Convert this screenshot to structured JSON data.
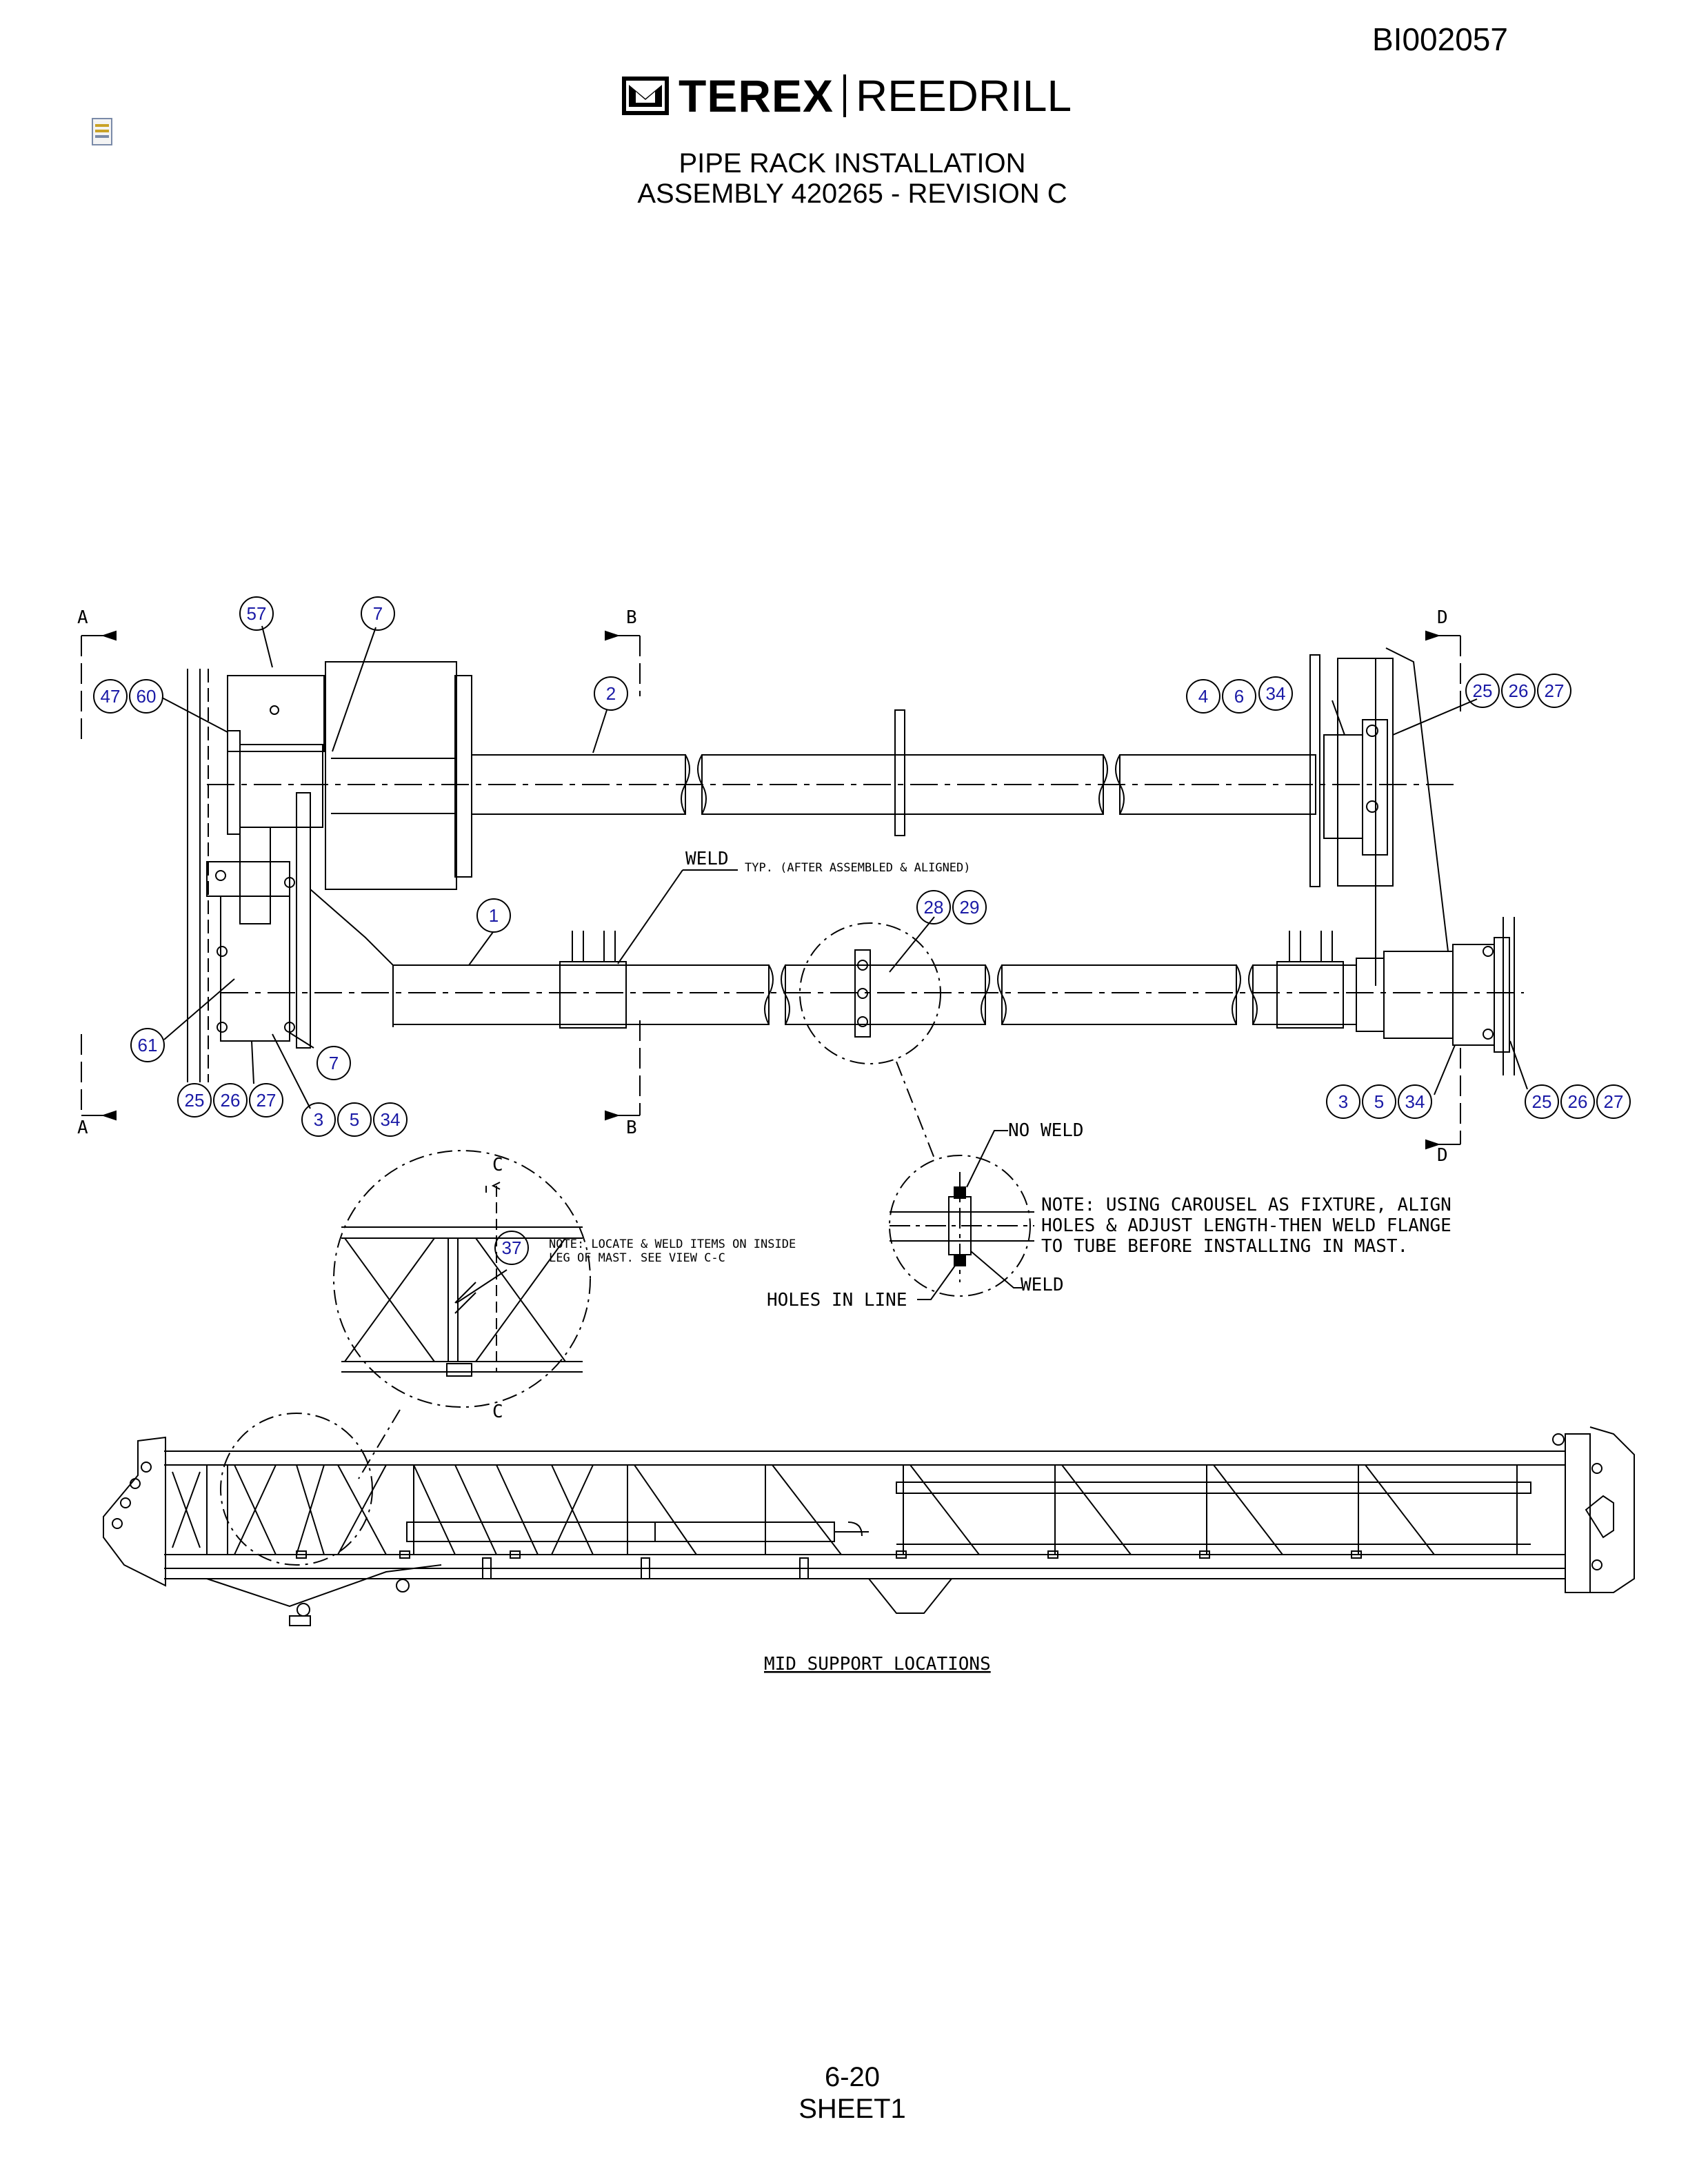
{
  "doc_id": "BI002057",
  "logo": {
    "brand": "TEREX",
    "product": "REEDRILL"
  },
  "title_line1": "PIPE RACK INSTALLATION",
  "title_line2": "ASSEMBLY 420265 - REVISION C",
  "section_marks": {
    "a": "A",
    "b": "B",
    "c": "C",
    "d": "D"
  },
  "balloons": {
    "b57": "57",
    "b7a": "7",
    "b47": "47",
    "b60": "60",
    "b2": "2",
    "b4": "4",
    "b6": "6",
    "b34a": "34",
    "b25a": "25",
    "b26a": "26",
    "b27a": "27",
    "b28": "28",
    "b29": "29",
    "b1": "1",
    "b61": "61",
    "b7b": "7",
    "b25b": "25",
    "b26b": "26",
    "b27b": "27",
    "b3a": "3",
    "b5a": "5",
    "b34b": "34",
    "b3b": "3",
    "b5b": "5",
    "b34c": "34",
    "b25c": "25",
    "b26c": "26",
    "b27c": "27",
    "b37": "37"
  },
  "notes": {
    "weld": "WELD",
    "weld_typ": "TYP. (AFTER ASSEMBLED & ALIGNED)",
    "no_weld": "NO WELD",
    "align_note_l1": "NOTE:  USING CAROUSEL AS FIXTURE, ALIGN",
    "align_note_l2": "HOLES & ADJUST LENGTH-THEN WELD FLANGE",
    "align_note_l3": "TO TUBE BEFORE INSTALLING IN MAST.",
    "holes_in_line": "HOLES IN LINE",
    "weld2": "WELD",
    "locate_note_l1": "NOTE: LOCATE & WELD ITEMS ON INSIDE",
    "locate_note_l2": "LEG OF MAST.  SEE VIEW C-C",
    "mid_support": "MID SUPPORT LOCATIONS"
  },
  "footer_page": "6-20",
  "footer_sheet": "SHEET1"
}
